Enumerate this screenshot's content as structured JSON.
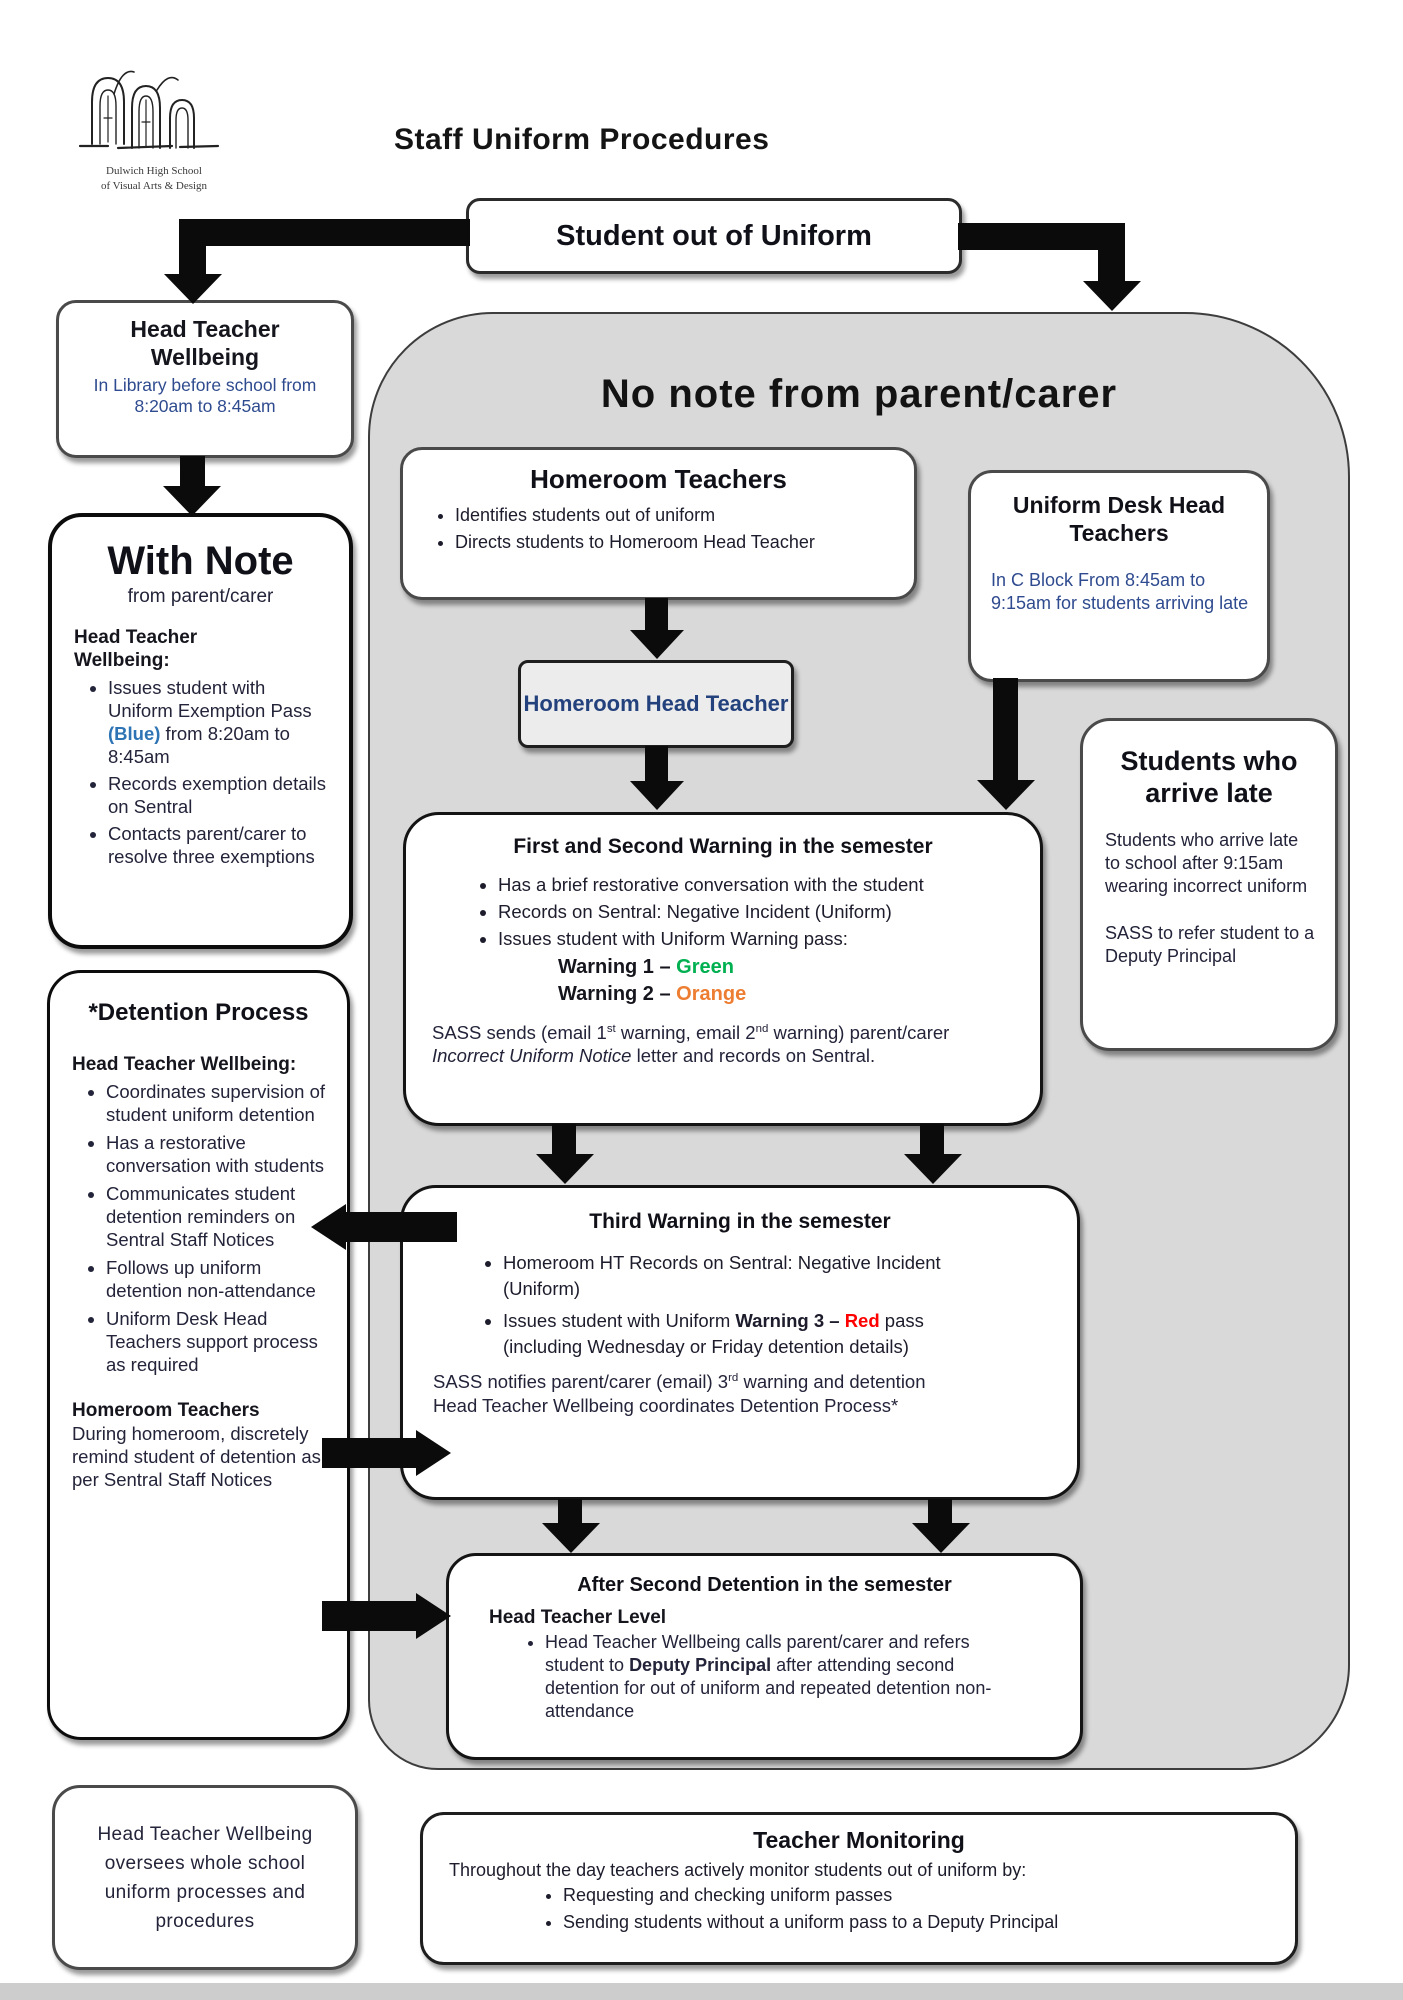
{
  "colors": {
    "blue": "#2e74b5",
    "green": "#00b050",
    "orange": "#ed7d31",
    "red": "#ff0000"
  },
  "header": {
    "title": "Staff Uniform Procedures",
    "logo_caption_line1": "Dulwich High School",
    "logo_caption_line2": "of Visual Arts & Design"
  },
  "student_out_of_uniform": {
    "label": "Student out of Uniform"
  },
  "head_teacher_wellbeing": {
    "title": "Head Teacher Wellbeing",
    "detail": "In Library before school from 8:20am to 8:45am"
  },
  "with_note": {
    "title": "With Note",
    "subtitle": "from parent/carer",
    "role": "Head Teacher Wellbeing:",
    "bullet1_pre": "Issues student with Uniform Exemption Pass ",
    "bullet1_blue": "(Blue)",
    "bullet1_post": " from 8:20am to 8:45am",
    "bullet2": "Records exemption details on Sentral",
    "bullet3": "Contacts parent/carer to resolve three exemptions"
  },
  "no_note": {
    "heading": "No note from parent/carer"
  },
  "homeroom_teachers": {
    "title": "Homeroom Teachers",
    "bullets": [
      "Identifies students out of uniform",
      "Directs students to Homeroom Head Teacher"
    ]
  },
  "uniform_desk": {
    "title": "Uniform Desk Head Teachers",
    "detail": "In C Block From 8:45am to 9:15am for students arriving late"
  },
  "homeroom_head_teacher": {
    "label": "Homeroom Head Teacher"
  },
  "students_arrive_late": {
    "title": "Students who arrive late",
    "para1": "Students who arrive late to school after 9:15am wearing incorrect uniform",
    "para2": "SASS to refer student to a Deputy Principal"
  },
  "first_second_warning": {
    "title": "First and Second Warning in the semester",
    "bullet1": "Has a brief restorative conversation with the student",
    "bullet2": "Records on Sentral: Negative Incident (Uniform)",
    "bullet3": "Issues student with Uniform Warning pass:",
    "warning1_label": "Warning 1 – ",
    "warning1_value": "Green",
    "warning2_label": "Warning 2 – ",
    "warning2_value": "Orange",
    "footer_p1": "SASS sends (email 1",
    "footer_sup1": "st",
    "footer_p2": " warning, email 2",
    "footer_sup2": "nd",
    "footer_p3": " warning) parent/carer ",
    "footer_italic": "Incorrect Uniform Notice",
    "footer_p4": " letter and records on Sentral."
  },
  "detention_process": {
    "title": "*Detention Process",
    "role1": "Head Teacher Wellbeing:",
    "bullets": [
      "Coordinates supervision of student uniform detention",
      "Has a restorative conversation with students",
      "Communicates student detention reminders on Sentral Staff Notices",
      "Follows up uniform detention non-attendance",
      "Uniform Desk Head Teachers support process as required"
    ],
    "role2": "Homeroom Teachers",
    "role2_detail": "During homeroom, discretely remind student of detention as per Sentral Staff Notices"
  },
  "third_warning": {
    "title": "Third Warning in the semester",
    "bullet1": "Homeroom HT Records on Sentral: Negative Incident (Uniform)",
    "bullet2_pre": "Issues student with Uniform ",
    "bullet2_bold": "Warning 3 – ",
    "bullet2_red": "Red",
    "bullet2_post": " pass (including Wednesday or Friday detention details)",
    "footer_p1": "SASS notifies parent/carer (email) 3",
    "footer_sup": "rd",
    "footer_p2": " warning and detention",
    "footer_line2": "Head Teacher Wellbeing coordinates Detention Process*"
  },
  "after_second_detention": {
    "title": "After Second Detention in the semester",
    "subheading": "Head Teacher Level",
    "bullet_pre": "Head Teacher Wellbeing calls parent/carer and refers student to ",
    "bullet_bold": "Deputy Principal",
    "bullet_post": " after attending second detention for out of uniform and repeated detention non-attendance"
  },
  "oversight": {
    "text": "Head Teacher Wellbeing oversees whole school uniform processes and procedures"
  },
  "teacher_monitoring": {
    "title": "Teacher Monitoring",
    "intro": "Throughout the day teachers actively monitor students out of uniform by:",
    "bullets": [
      "Requesting and checking uniform passes",
      "Sending students without a uniform pass to a Deputy Principal"
    ]
  }
}
